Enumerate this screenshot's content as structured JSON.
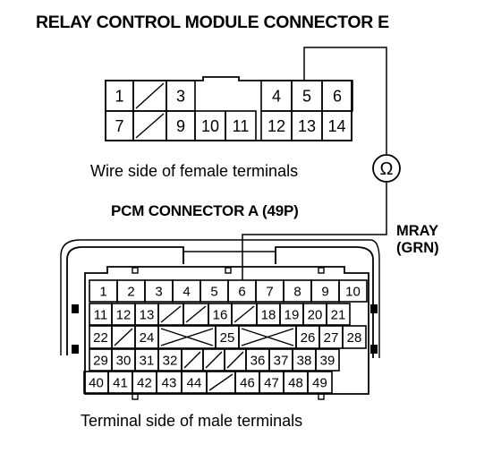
{
  "connector_e": {
    "title": "RELAY CONTROL MODULE CONNECTOR E",
    "caption": "Wire side of female terminals",
    "top_left": [
      "1",
      "",
      "3"
    ],
    "top_right": [
      "4",
      "5",
      "6"
    ],
    "bottom": [
      "7",
      "",
      "9",
      "10",
      "11",
      "12",
      "13",
      "14"
    ]
  },
  "connector_a": {
    "title": "PCM CONNECTOR A (49P)",
    "caption": "Terminal side of male terminals",
    "rows": [
      [
        "1",
        "2",
        "3",
        "4",
        "5",
        "6",
        "7",
        "8",
        "9",
        "10"
      ],
      [
        "11",
        "12",
        "13",
        "",
        "",
        "16",
        "",
        "18",
        "19",
        "20",
        "21"
      ],
      [
        "22",
        "",
        "24",
        "",
        "25",
        "",
        "26",
        "27",
        "28"
      ],
      [
        "29",
        "30",
        "31",
        "32",
        "",
        "",
        "",
        "36",
        "37",
        "38",
        "39"
      ],
      [
        "40",
        "41",
        "42",
        "43",
        "44",
        "",
        "46",
        "47",
        "48",
        "49"
      ]
    ]
  },
  "wire": {
    "label_line1": "MRAY",
    "label_line2": "(GRN)"
  },
  "meter": {
    "symbol": "Ω"
  }
}
